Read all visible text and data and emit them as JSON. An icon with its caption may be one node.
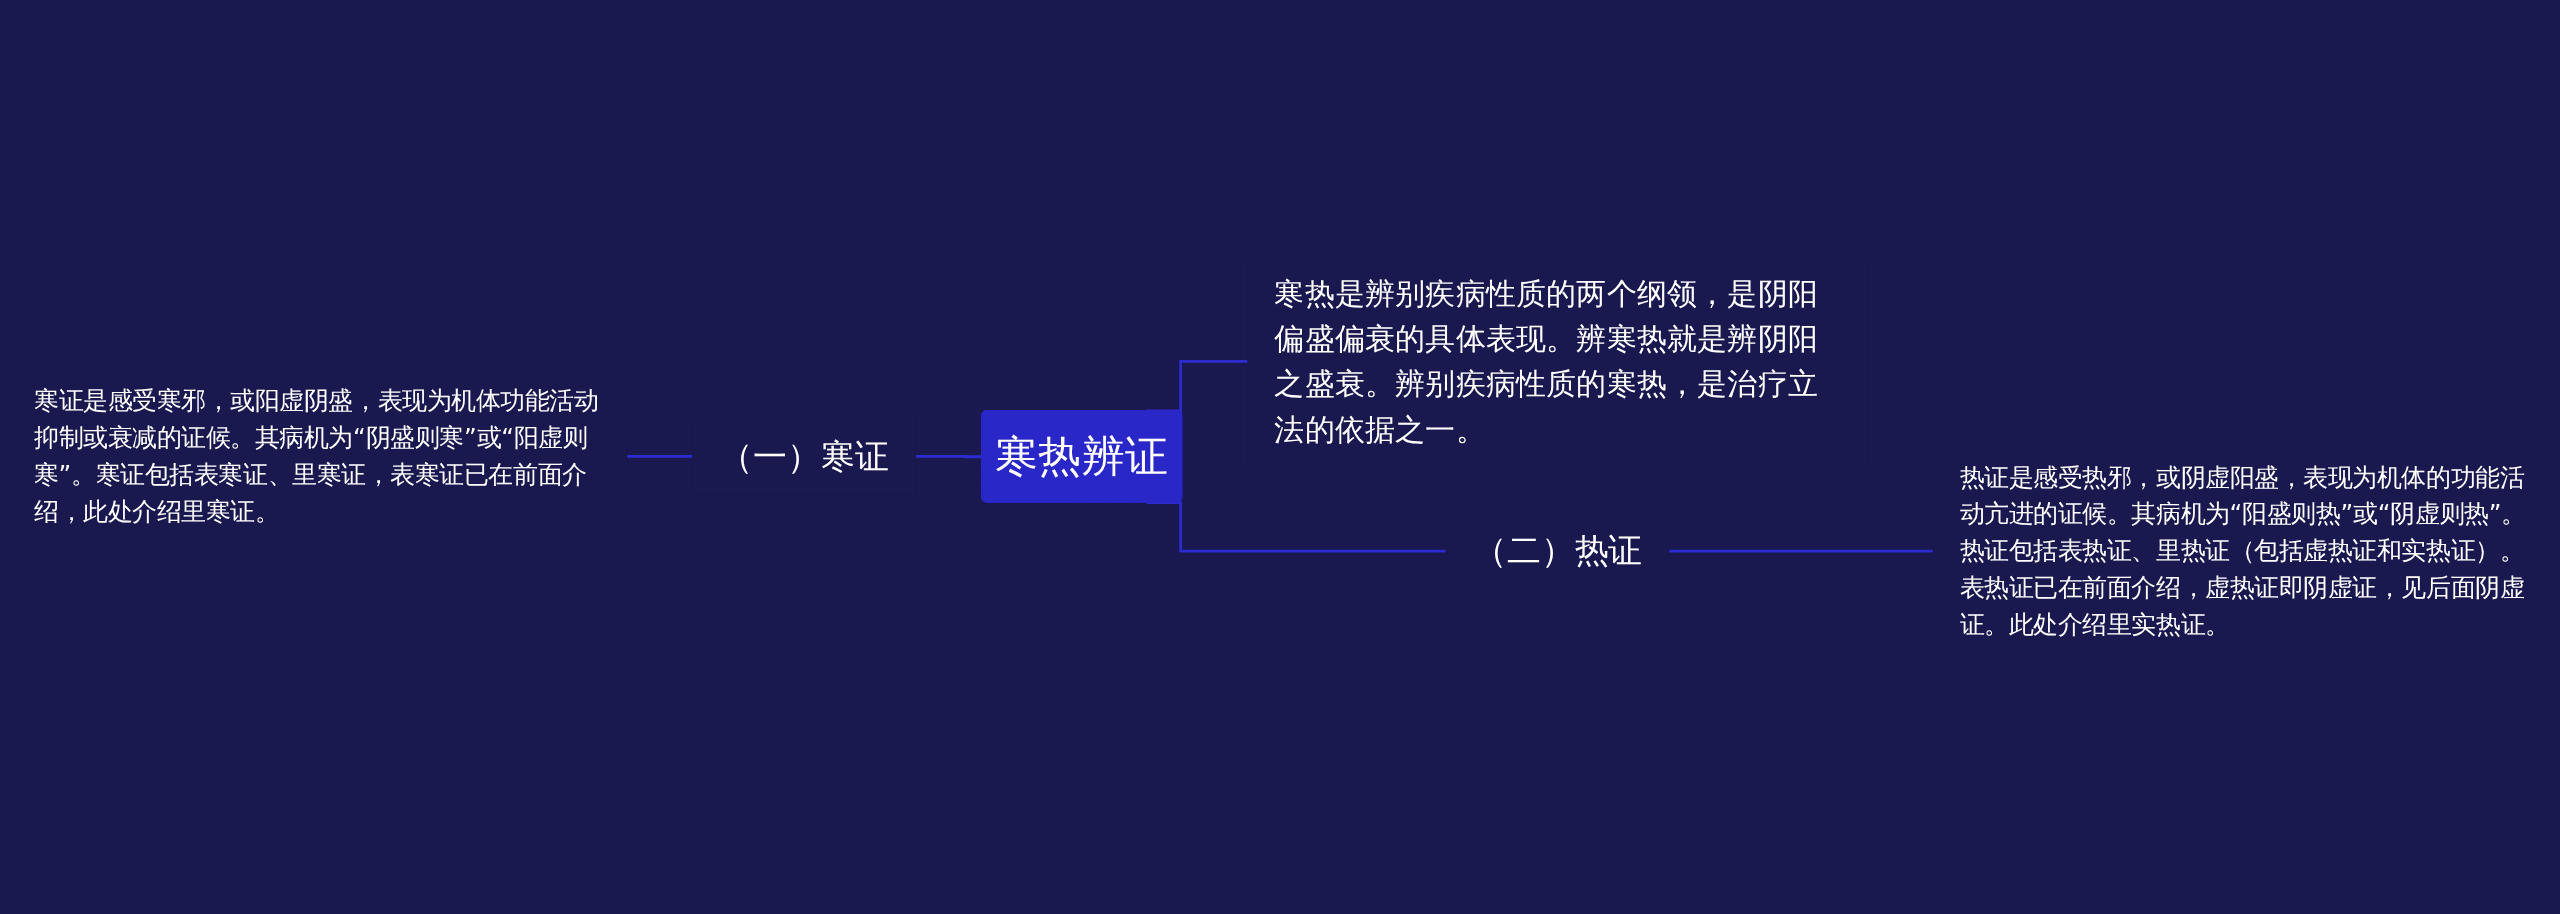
{
  "diagram": {
    "nodes": [
      {
        "text": [
          "寒热辨证"
        ]
      },
      {
        "text": [
          "（一）寒证"
        ]
      },
      {
        "text": [
          "寒证是感受寒邪，或阳虚阴盛，表现为机体功能活动抑制或衰减的证候。其病机为“阴盛则寒”或“阳虚则寒”。寒证包括表寒证、里寒证，表寒证已在前面介绍，此处介绍里寒证。"
        ]
      },
      {
        "text": [
          "寒热是辨别疾病性质的两个纲领，是阴阳偏盛偏衰的具体表现。辨寒热就是辨阴阳之盛衰。辨别疾病性质的寒热，是治疗立法的依据之一。"
        ]
      },
      {
        "text": [
          "（二）热证"
        ]
      },
      {
        "text": [
          "热证是感受热邪，或阴虚阳盛，表现为机体的功能活动亢进的证候。其病机为“阳盛则热”或“阴虚则热”。热证包括表热证、里热证（包括虚热证和实热证）。表热证已在前面介绍，虚热证即阴虚证，见后面阴虚证。此处介绍里实热证。"
        ]
      }
    ],
    "edges": [
      {
        "from": 2,
        "to": 1,
        "arrow": "none"
      },
      {
        "from": 1,
        "to": 0,
        "arrow": "none"
      },
      {
        "from": 0,
        "to": 3,
        "arrow": "none"
      },
      {
        "from": 0,
        "to": 4,
        "arrow": "none"
      },
      {
        "from": 4,
        "to": 5,
        "arrow": "none"
      }
    ]
  }
}
